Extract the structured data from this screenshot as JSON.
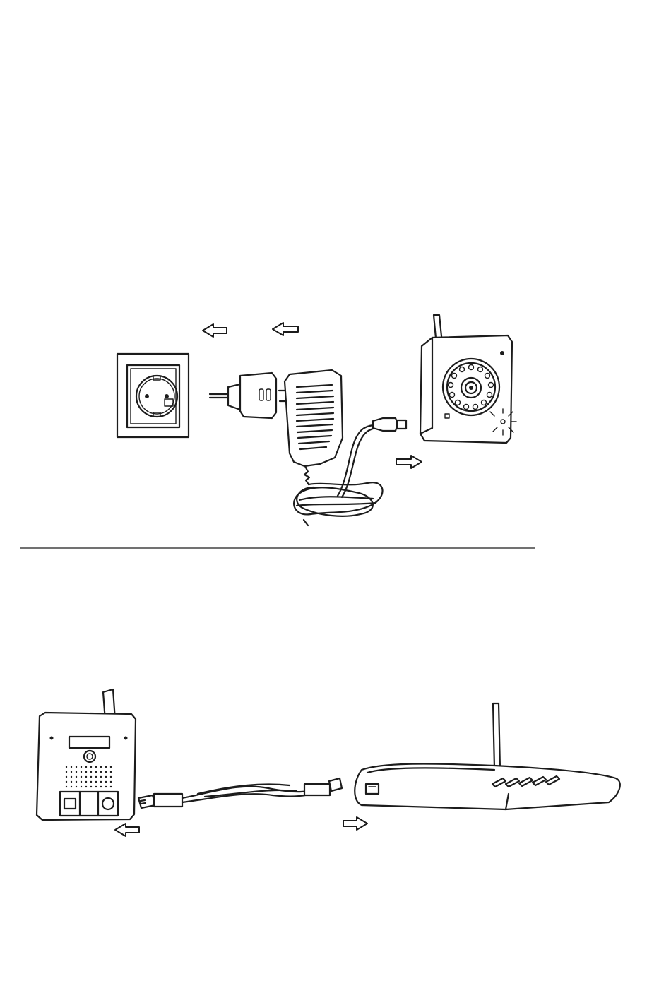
{
  "diagram": {
    "panels": [
      {
        "id": "power-connection",
        "components": [
          "wall-socket",
          "plug-adapter",
          "power-adapter",
          "ip-camera"
        ],
        "arrows": [
          "left",
          "left",
          "right"
        ]
      },
      {
        "id": "network-connection",
        "components": [
          "camera-back-panel",
          "ethernet-cable",
          "router"
        ],
        "arrows": [
          "left",
          "right"
        ]
      }
    ],
    "colors": {
      "line": "#1c1c1c",
      "background": "#ffffff"
    }
  }
}
